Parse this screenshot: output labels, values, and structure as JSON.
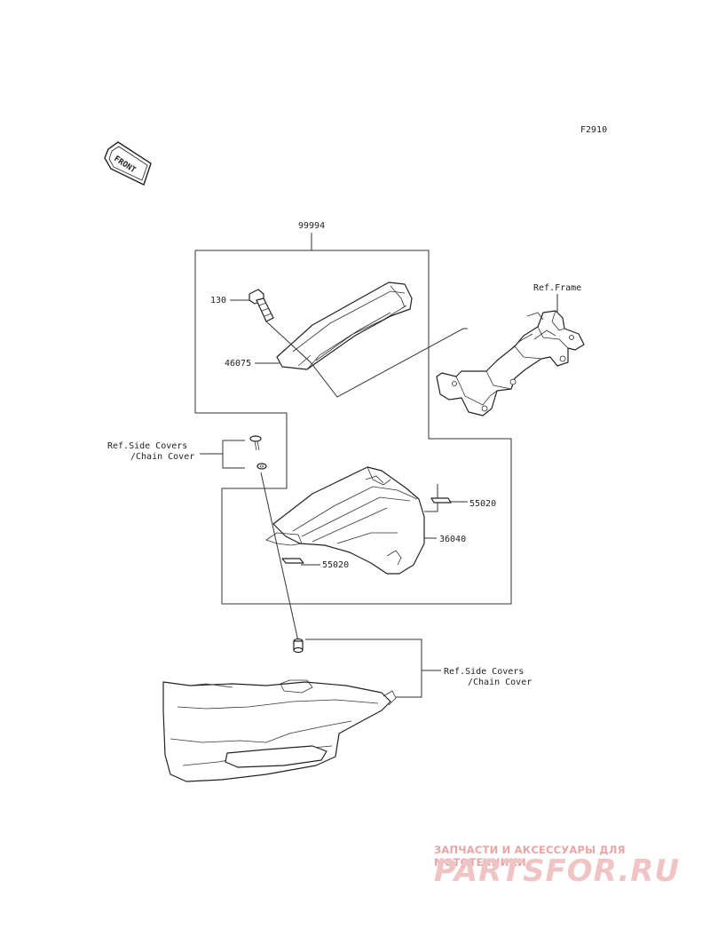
{
  "diagram_code": "F2910",
  "front_badge": "FRONT",
  "assembly_label": "99994",
  "parts": [
    {
      "id": "bolt",
      "label": "130"
    },
    {
      "id": "upper-cover",
      "label": "46075"
    },
    {
      "id": "side-cover",
      "label": "36040"
    },
    {
      "id": "decal-right",
      "label": "55020"
    },
    {
      "id": "decal-left",
      "label": "55020"
    }
  ],
  "references": {
    "frame": "Ref.Frame",
    "side_covers_top_line1": "Ref.Side Covers",
    "side_covers_top_line2": "/Chain Cover",
    "side_covers_bottom_line1": "Ref.Side Covers",
    "side_covers_bottom_line2": "/Chain Cover"
  },
  "watermark": {
    "tagline": "ЗАПЧАСТИ И АКСЕССУАРЫ ДЛЯ МОТОТЕХНИКИ",
    "brand": "PARTSFOR.RU"
  }
}
